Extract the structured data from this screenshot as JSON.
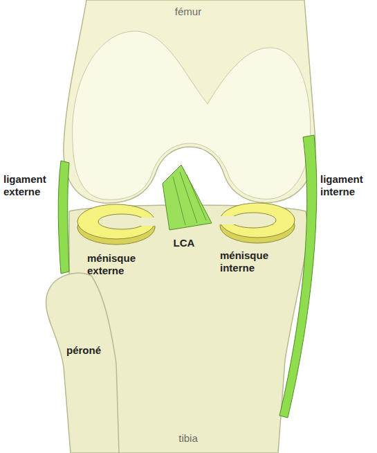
{
  "diagram": {
    "labels": [
      "fémur",
      "ligament externe",
      "ménisque externe",
      "LCA",
      "ménisque interne",
      "ligament interne",
      "péroné",
      "tibia"
    ]
  }
}
